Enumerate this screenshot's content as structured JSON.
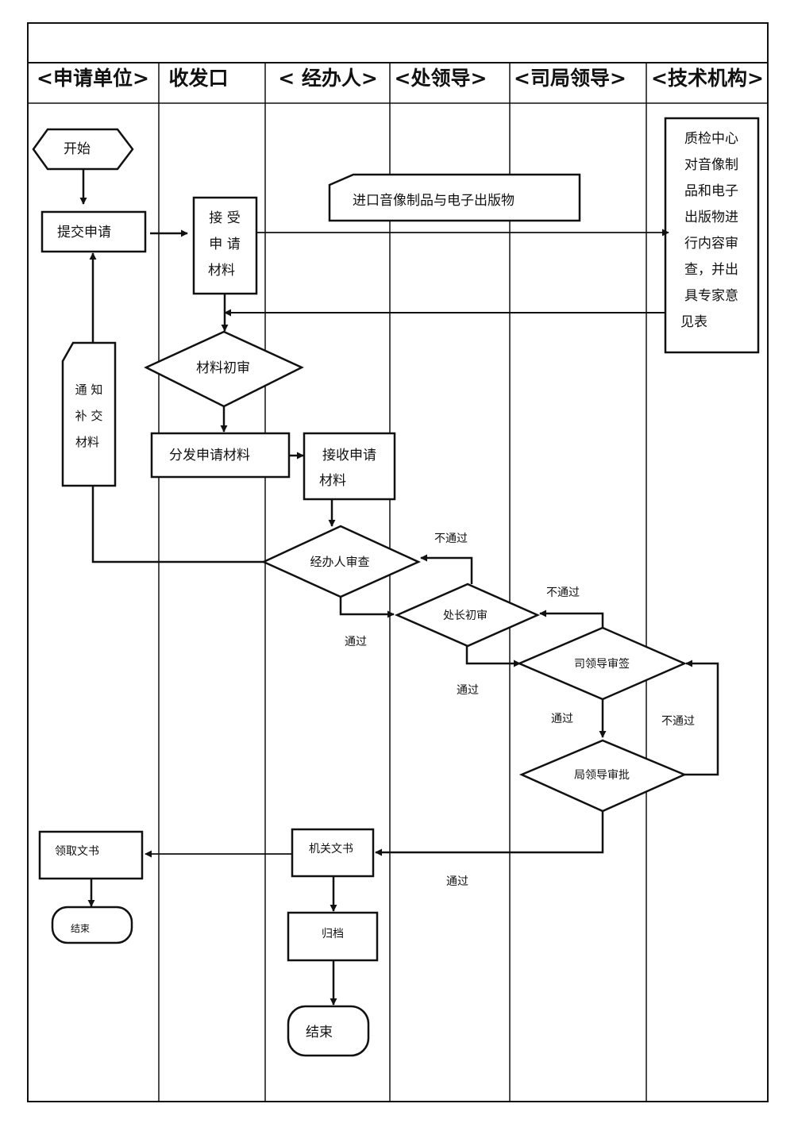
{
  "lanes": [
    {
      "id": "applicant",
      "label": "<申请单位>"
    },
    {
      "id": "mailroom",
      "label": "收发口"
    },
    {
      "id": "handler",
      "label": "< 经办人>"
    },
    {
      "id": "division",
      "label": "<处领导>"
    },
    {
      "id": "bureau",
      "label": "<司局领导>"
    },
    {
      "id": "tech",
      "label": "<技术机构>"
    }
  ],
  "nodes": {
    "start": "开始",
    "submit": "提交申请",
    "receive_lines": [
      "接 受",
      "申 请",
      "材料"
    ],
    "category_note": "进口音像制品与电子出版物",
    "tech_review_lines": [
      "质检中心",
      "对音像制",
      "品和电子",
      "出版物进",
      "行内容审",
      "查，并出",
      "具专家意",
      "见表"
    ],
    "prelim_review": "材料初审",
    "notify_lines": [
      "通 知",
      "补 交",
      "材料"
    ],
    "distribute": "分发申请材料",
    "accept_lines": [
      "接收申请",
      "材料"
    ],
    "handler_review": "经办人审查",
    "chief_review": "处长初审",
    "dept_sign": "司领导审签",
    "bureau_approve": "局领导审批",
    "official_doc": "机关文书",
    "archive": "归档",
    "end_handler": "结束",
    "collect_doc": "领取文书",
    "end_applicant": "结束"
  },
  "labels": {
    "pass_handler": "通过",
    "pass_chief": "通过",
    "pass_sign": "通过",
    "pass_final": "通过",
    "fail_chief": "不通过",
    "fail_sign": "不通过",
    "fail_bureau": "不通过"
  },
  "colors": {
    "line": "#111111",
    "background": "#ffffff"
  }
}
